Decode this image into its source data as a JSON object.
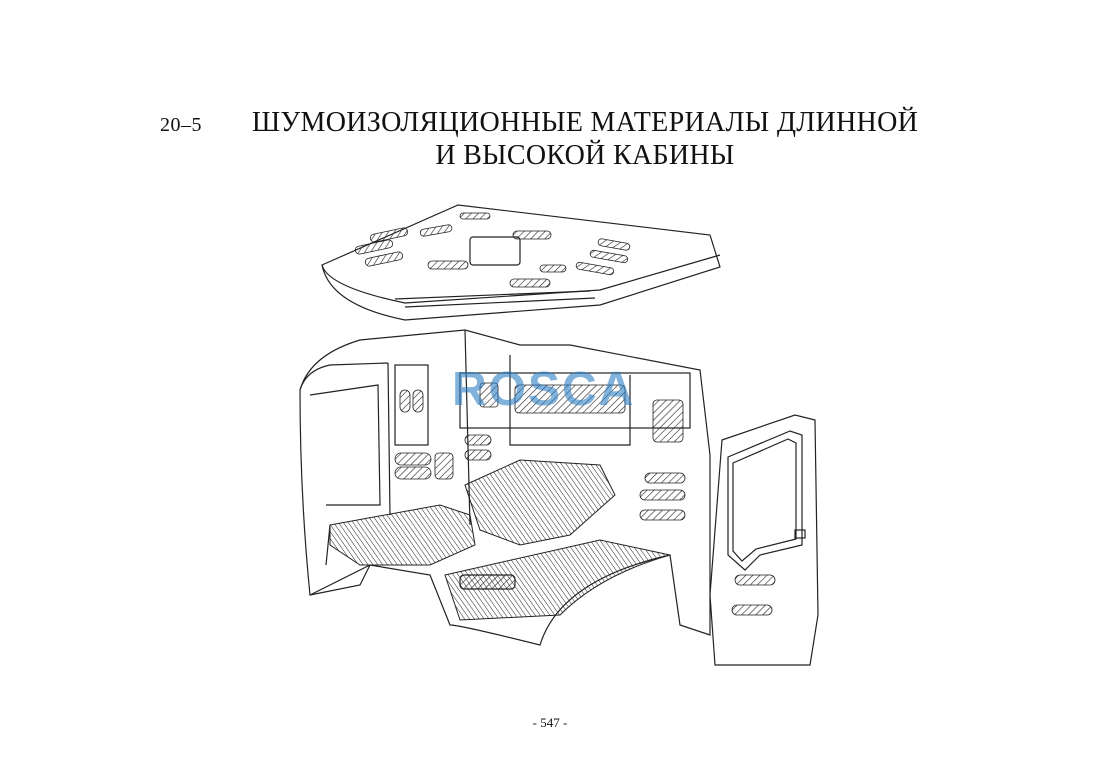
{
  "header": {
    "section_number": "20–5",
    "title_line1": "ШУМОИЗОЛЯЦИОННЫЕ  МАТЕРИАЛЫ ДЛИННОЙ",
    "title_line2": "И ВЫСОКОЙ  КАБИНЫ"
  },
  "watermark": {
    "text": "ROSCA",
    "color": "#2f7fc4"
  },
  "footer": {
    "page_number": "- 547 -"
  }
}
